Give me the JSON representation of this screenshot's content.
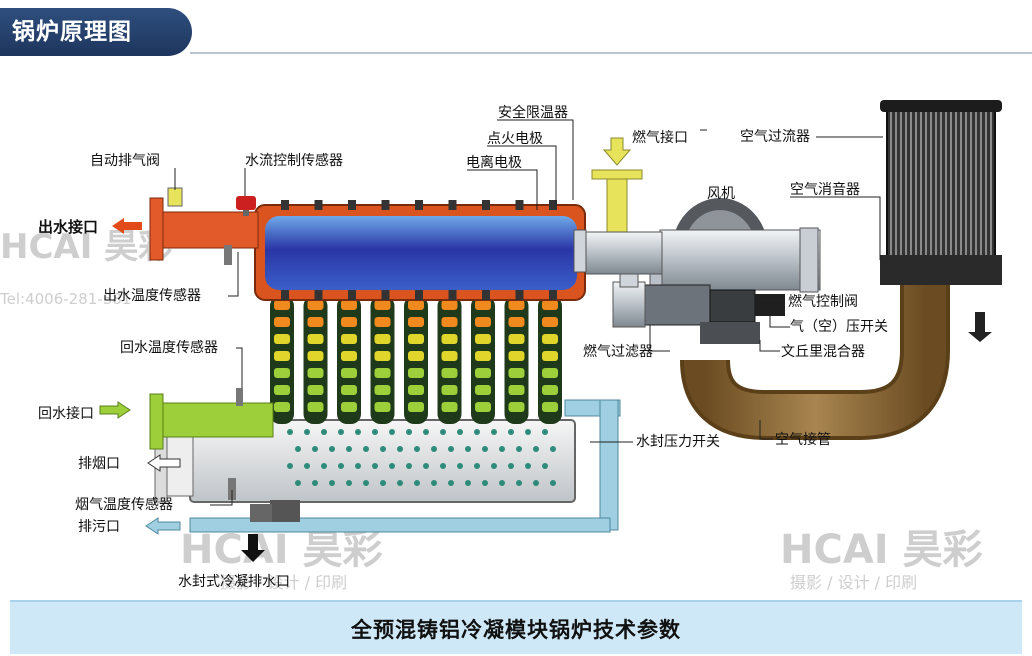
{
  "header": {
    "title": "锅炉原理图"
  },
  "footer": {
    "title": "全预混铸铝冷凝模块锅炉技术参数"
  },
  "labels": {
    "safety_temp_limiter": "安全限温器",
    "ignition_electrode": "点火电极",
    "ionization_electrode": "电离电极",
    "gas_inlet": "燃气接口",
    "air_filter": "空气过流器",
    "fan": "风机",
    "air_silencer": "空气消音器",
    "auto_vent_valve": "自动排气阀",
    "water_flow_sensor": "水流控制传感器",
    "water_outlet": "出水接口",
    "outlet_temp_sensor": "出水温度传感器",
    "gas_control_valve": "燃气控制阀",
    "air_pressure_switch": "气（空）压开关",
    "gas_filter": "燃气过滤器",
    "venturi_mixer": "文丘里混合器",
    "return_temp_sensor": "回水温度传感器",
    "water_inlet": "回水接口",
    "water_seal_pressure_switch": "水封压力开关",
    "air_pipe": "空气接管",
    "flue_outlet": "排烟口",
    "flue_temp_sensor": "烟气温度传感器",
    "drain_outlet": "排污口",
    "condensate_drain": "水封式冷凝排水口"
  },
  "watermark": {
    "logo": "HCAI 昊彩",
    "services": "摄影 / 设计 / 印刷",
    "phone": "Tel:4006-281-381"
  },
  "colors": {
    "title_bg": "#233c66",
    "band_bg": "#cfe8f7",
    "water_hot": "#e25a2a",
    "water_cold": "#9ccf3a",
    "drum": "#2f3fa8",
    "exhaust": "#7a5a2e",
    "gas_pipe": "#e7e35a"
  }
}
